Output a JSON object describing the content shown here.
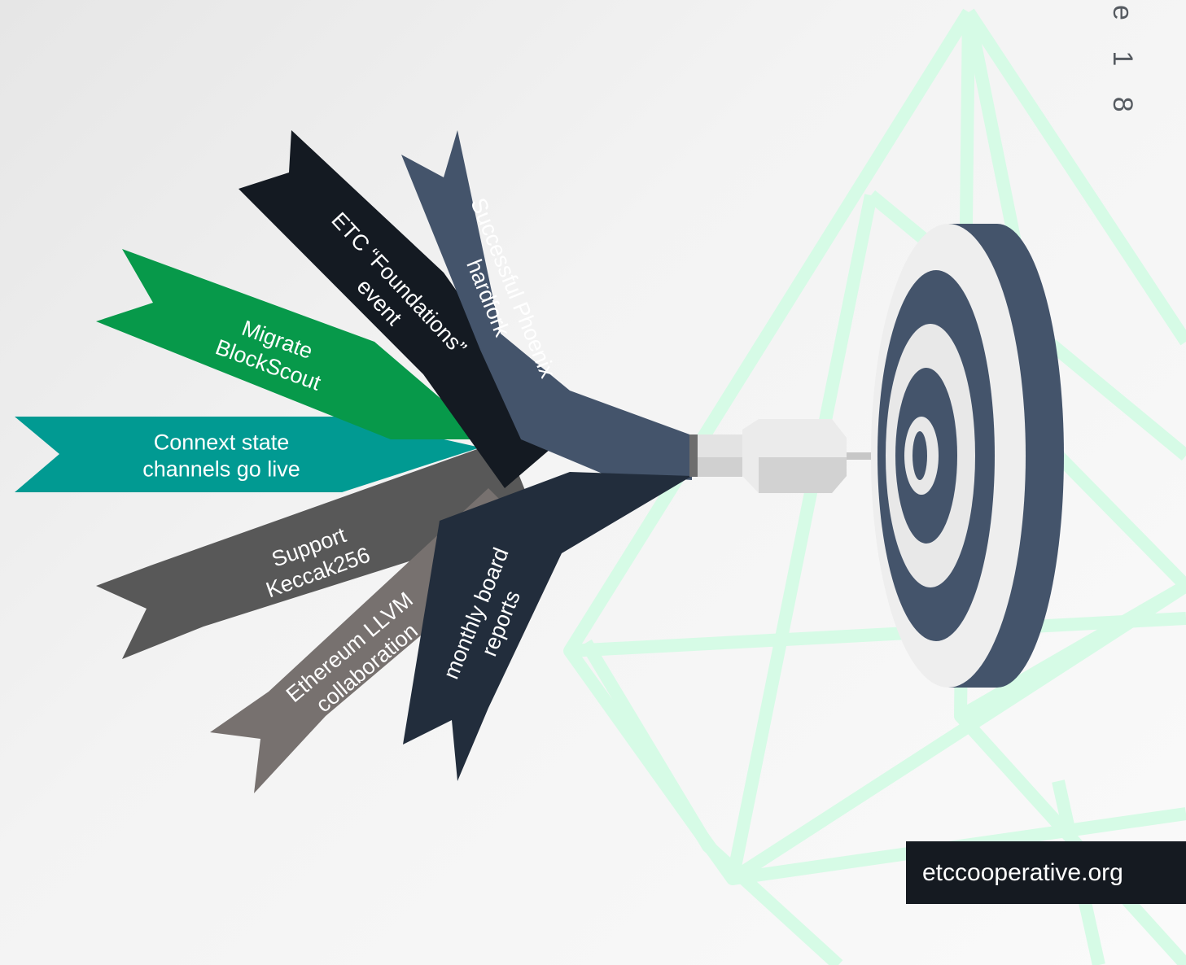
{
  "page": {
    "page_number": "e 1 8",
    "website": "etccooperative.org"
  },
  "target": {
    "name": "bullseye target"
  },
  "goals": [
    {
      "id": "phoenix",
      "lines": [
        "Successful Phoenix",
        "hardfork"
      ],
      "color": "#44546b"
    },
    {
      "id": "foundations",
      "lines": [
        "ETC “Foundations”",
        "event"
      ],
      "color": "#141a22"
    },
    {
      "id": "blockscout",
      "lines": [
        "Migrate",
        "BlockScout"
      ],
      "color": "#07994a"
    },
    {
      "id": "connext",
      "lines": [
        "Connext state",
        "channels go live"
      ],
      "color": "#019a92"
    },
    {
      "id": "keccak",
      "lines": [
        "Support",
        "Keccak256"
      ],
      "color": "#585858"
    },
    {
      "id": "llvm",
      "lines": [
        "Ethereum LLVM",
        "collaboration"
      ],
      "color": "#77716f"
    },
    {
      "id": "board",
      "lines": [
        "monthly board",
        "reports"
      ],
      "color": "#222d3c"
    }
  ],
  "colors": {
    "accent_green": "#c8f7df",
    "target_dark": "#44546b",
    "target_light": "#e8e8e8",
    "dart_body": "#e3e3e3"
  }
}
